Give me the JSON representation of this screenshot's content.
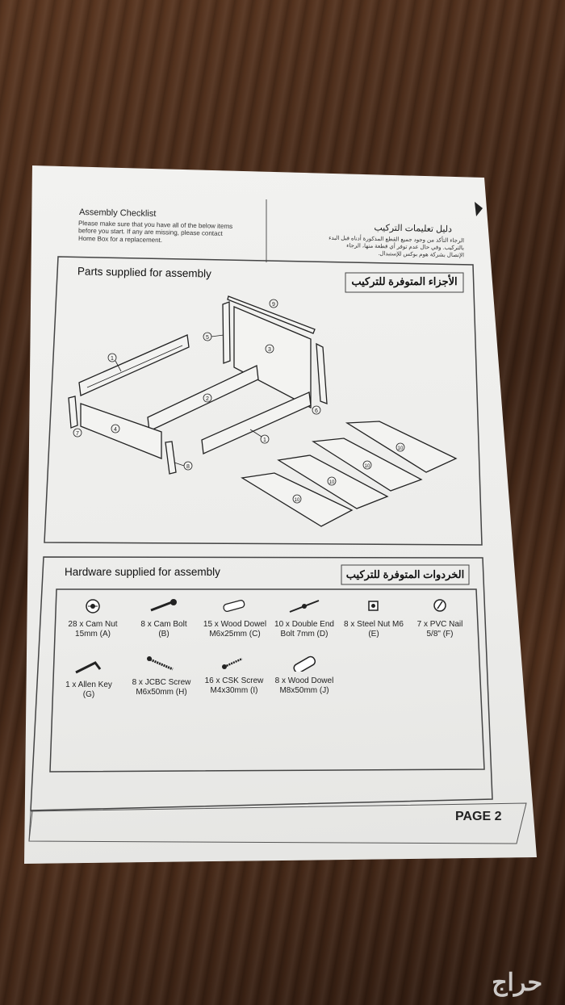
{
  "checklist": {
    "title": "Assembly Checklist",
    "note_line1": "Please make sure that you have all of the below items",
    "note_line2": "before you start. If any are missing, please contact",
    "note_line3": "Home Box for a replacement.",
    "ar_title": "دليل تعليمات التركيب",
    "ar_note_line1": "الرجاء التأكد من وجود جميع القطع المذكورة أدناه قبل البدء",
    "ar_note_line2": "بالتركيب. وفي حال عدم توفر أي قطعة منها، الرجاء",
    "ar_note_line3": "الإتصال بشركة هوم بوكس للإستبدال."
  },
  "parts": {
    "title": "Parts supplied for assembly",
    "ar_title": "الأجزاء المتوفرة للتركيب",
    "callouts": [
      "1",
      "2",
      "3",
      "4",
      "5",
      "6",
      "7",
      "8",
      "9",
      "10"
    ]
  },
  "hardware": {
    "title": "Hardware supplied for assembly",
    "ar_title": "الخردوات المتوفرة للتركيب",
    "items": [
      {
        "line1": "28 x Cam Nut",
        "line2": "15mm (A)",
        "icon": "cam-nut-icon"
      },
      {
        "line1": "8 x Cam Bolt",
        "line2": "(B)",
        "icon": "cam-bolt-icon"
      },
      {
        "line1": "15 x Wood Dowel",
        "line2": "M6x25mm (C)",
        "icon": "wood-dowel-icon"
      },
      {
        "line1": "10 x Double End",
        "line2": "Bolt 7mm (D)",
        "icon": "double-end-bolt-icon"
      },
      {
        "line1": "8 x Steel Nut M6",
        "line2": "(E)",
        "icon": "steel-nut-icon"
      },
      {
        "line1": "7 x PVC Nail",
        "line2": "5/8\" (F)",
        "icon": "pvc-nail-icon"
      },
      {
        "line1": "1 x Allen Key",
        "line2": "(G)",
        "icon": "allen-key-icon"
      },
      {
        "line1": "8 x JCBC Screw",
        "line2": "M6x50mm (H)",
        "icon": "jcbc-screw-icon"
      },
      {
        "line1": "16 x CSK Screw",
        "line2": "M4x30mm (I)",
        "icon": "csk-screw-icon"
      },
      {
        "line1": "8 x Wood Dowel",
        "line2": "M8x50mm (J)",
        "icon": "large-wood-dowel-icon"
      }
    ]
  },
  "footer": {
    "page": "PAGE 2"
  },
  "watermark": {
    "text": "حراج"
  }
}
